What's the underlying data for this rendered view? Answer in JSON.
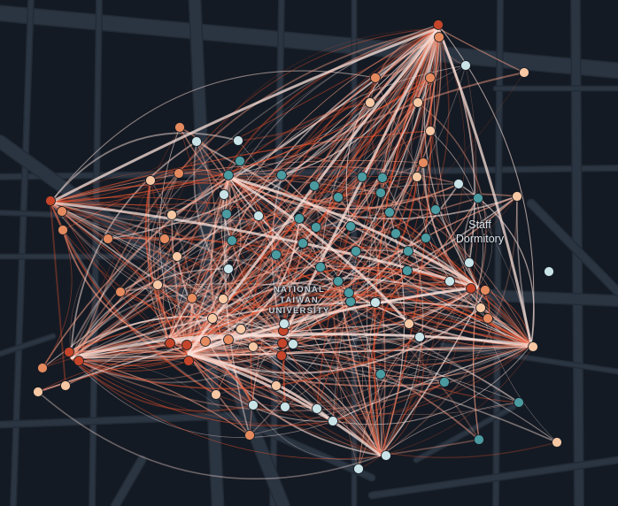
{
  "map": {
    "background_color": "#141a23",
    "road_color": "#2b3542",
    "road_edge_color": "#222b36",
    "labels": {
      "staff_dormitory": [
        "Staff",
        "Dormitory"
      ],
      "national_taiwan_university": [
        "NATIONAL",
        "TAIWAN",
        "UNIVERSITY"
      ]
    },
    "flow_color_gradient": [
      "#e4522f",
      "#f29c84",
      "#fbe1da"
    ],
    "node_color_scale": {
      "high": "#c4452a",
      "mid": "#e48a5e",
      "low": "#f6c7a3",
      "cool": "#c9e3e6",
      "cold": "#4b9a9f"
    }
  }
}
